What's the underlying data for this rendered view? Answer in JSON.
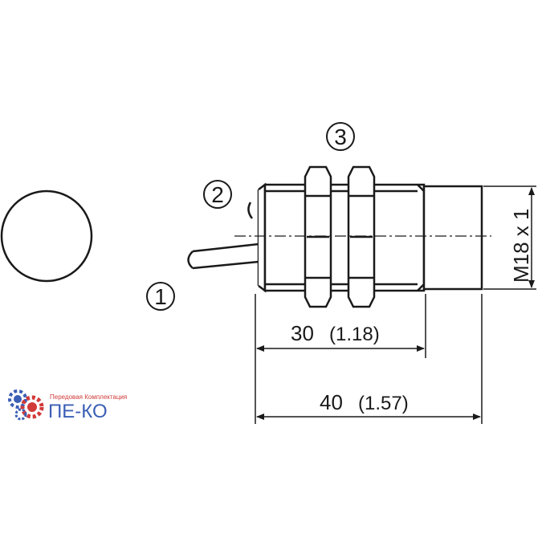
{
  "callouts": {
    "c1": "1",
    "c2": "2",
    "c3": "3"
  },
  "dimensions": {
    "length_30": {
      "value": "30",
      "inch": "(1.18)"
    },
    "length_40": {
      "value": "40",
      "inch": "(1.57)"
    },
    "thread": "M18 x 1"
  },
  "logo": {
    "tagline": "Передовая Комплектация",
    "name": "ПЕ-КО"
  },
  "colors": {
    "line": "#1a1a1a",
    "logo_red": "#d23a3a",
    "logo_blue": "#3b5fb5"
  }
}
